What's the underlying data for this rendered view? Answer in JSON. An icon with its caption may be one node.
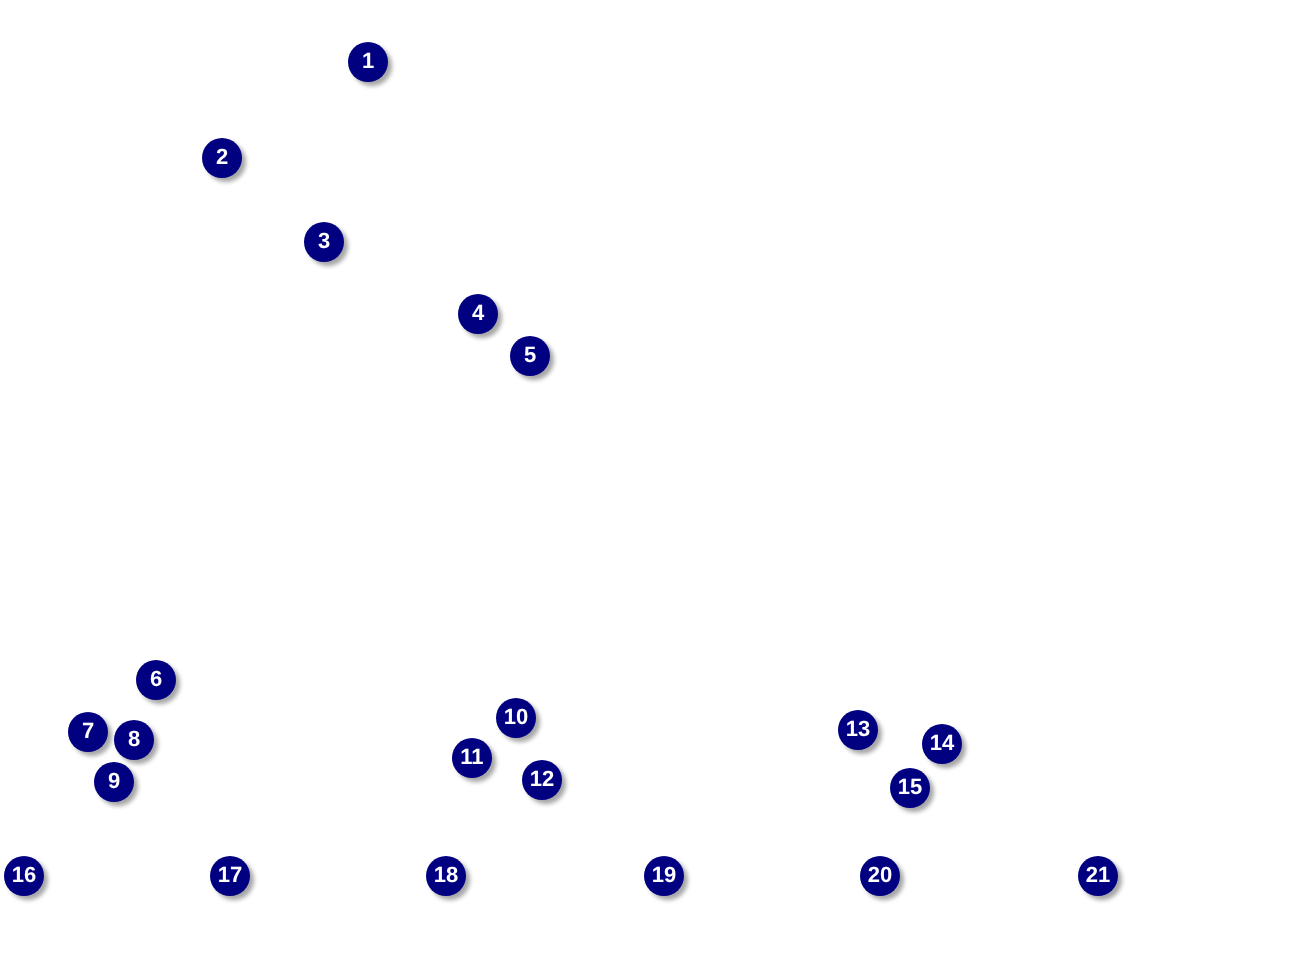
{
  "diagram": {
    "labels": [
      "1",
      "2",
      "3",
      "4",
      "5",
      "6",
      "7",
      "8",
      "9",
      "10",
      "11",
      "12",
      "13",
      "14",
      "15",
      "16",
      "17",
      "18",
      "19",
      "20",
      "21"
    ]
  }
}
